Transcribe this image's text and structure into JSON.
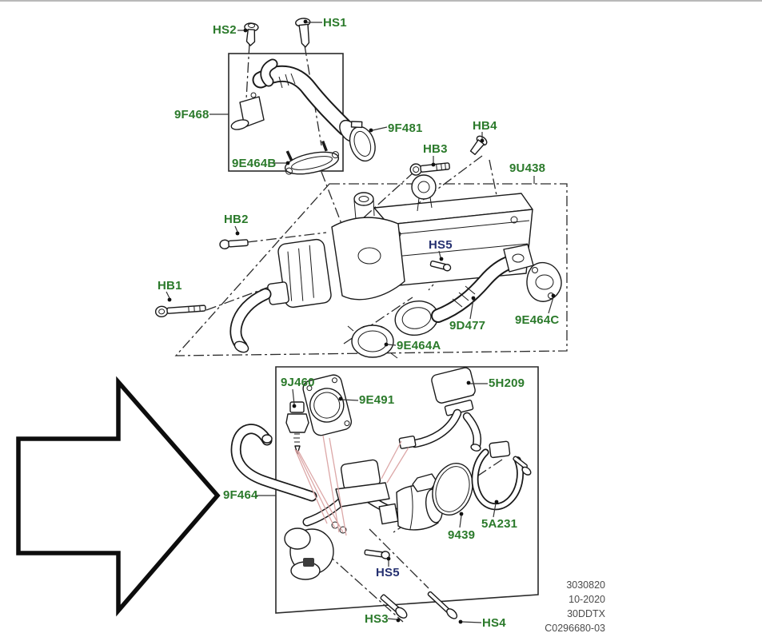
{
  "diagram": {
    "callouts": [
      {
        "id": "hs2",
        "text": "HS2",
        "color": "green"
      },
      {
        "id": "hs1",
        "text": "HS1",
        "color": "green"
      },
      {
        "id": "9f468",
        "text": "9F468",
        "color": "green"
      },
      {
        "id": "9f481",
        "text": "9F481",
        "color": "green"
      },
      {
        "id": "9e464b",
        "text": "9E464B",
        "color": "green"
      },
      {
        "id": "hb3",
        "text": "HB3",
        "color": "green"
      },
      {
        "id": "hb4",
        "text": "HB4",
        "color": "green"
      },
      {
        "id": "9u438",
        "text": "9U438",
        "color": "green"
      },
      {
        "id": "hb2",
        "text": "HB2",
        "color": "green"
      },
      {
        "id": "hb1",
        "text": "HB1",
        "color": "green"
      },
      {
        "id": "hs5_mid",
        "text": "HS5",
        "color": "blue"
      },
      {
        "id": "9d477",
        "text": "9D477",
        "color": "green"
      },
      {
        "id": "9e464c",
        "text": "9E464C",
        "color": "green"
      },
      {
        "id": "9e464a",
        "text": "9E464A",
        "color": "green"
      },
      {
        "id": "9j460",
        "text": "9J460",
        "color": "green"
      },
      {
        "id": "9e491",
        "text": "9E491",
        "color": "green"
      },
      {
        "id": "5h209",
        "text": "5H209",
        "color": "green"
      },
      {
        "id": "9439",
        "text": "9439",
        "color": "green"
      },
      {
        "id": "5a231",
        "text": "5A231",
        "color": "green"
      },
      {
        "id": "9f464",
        "text": "9F464",
        "color": "green"
      },
      {
        "id": "hs5_bottom",
        "text": "HS5",
        "color": "blue"
      },
      {
        "id": "hs3",
        "text": "HS3",
        "color": "green"
      },
      {
        "id": "hs4",
        "text": "HS4",
        "color": "green"
      }
    ],
    "footer": {
      "drawing_number": "3030820",
      "date": "10-2020",
      "engine_code": "30DDTX",
      "reference": "C0296680-03"
    },
    "colors": {
      "green": "#2b7a2b",
      "blue": "#253070",
      "pink": "#dca7a7",
      "footer": "#4a4a4a"
    }
  }
}
